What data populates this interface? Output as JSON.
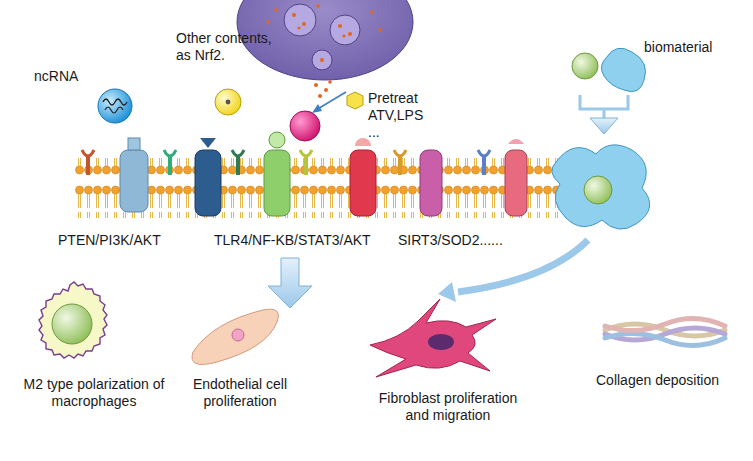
{
  "diagram": {
    "labels": [
      "ncRNA",
      "Other contents, as Nrf2.",
      "Pretreat ATV,LPS ...",
      "biomaterial",
      "PTEN/PI3K/AKT",
      "TLR4/NF-KB/STAT3/AKT",
      "SIRT3/SOD2......",
      "M2 type polarization of macrophages",
      "Endothelial cell proliferation",
      "Fibroblast proliferation and migration",
      "Collagen deposition"
    ]
  }
}
